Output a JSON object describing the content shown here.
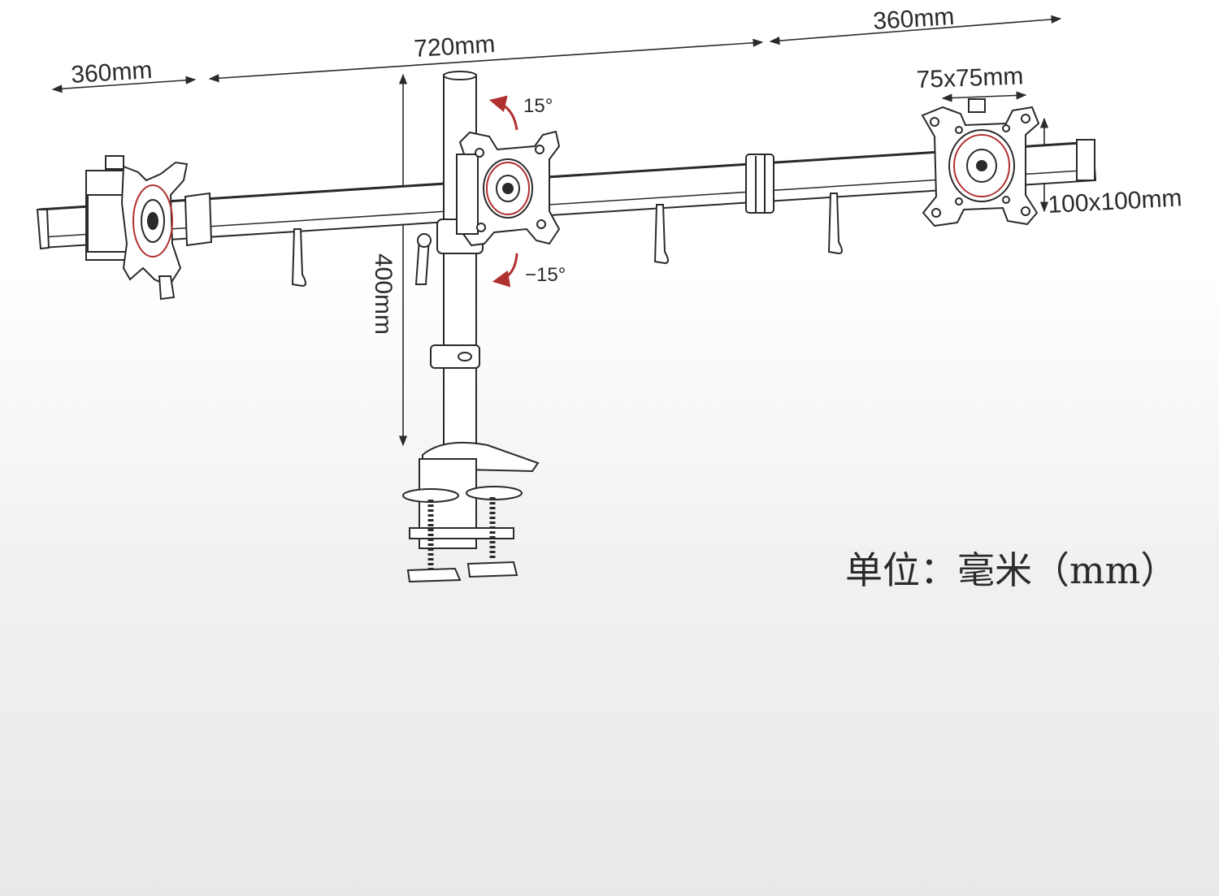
{
  "dimensions": {
    "left_arm": "360mm",
    "center_span": "720mm",
    "right_arm": "360mm",
    "vesa_small": "75x75mm",
    "vesa_large": "100x100mm",
    "pole_height": "400mm"
  },
  "tilt": {
    "up": "15°",
    "down": "−15°"
  },
  "unit_note": "单位：毫米（mm）",
  "colors": {
    "line": "#2a2a2a",
    "tilt_arrow": "#b03030"
  }
}
